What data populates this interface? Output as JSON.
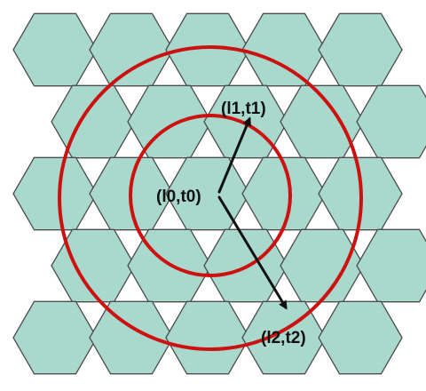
{
  "colors": {
    "cell_fill": "#a9d8cc",
    "cell_stroke": "#4d4d4d",
    "ring": "#cc1111",
    "arrow": "#111111",
    "label": "#111111"
  },
  "grid": {
    "rows": 5,
    "columns": 5,
    "cell_shape": "hexagon"
  },
  "rings": [
    {
      "name": "inner-ring"
    },
    {
      "name": "outer-ring"
    }
  ],
  "points": {
    "origin": {
      "label": "(l0,t0)"
    },
    "p1": {
      "label": "(l1,t1)"
    },
    "p2": {
      "label": "(l2,t2)"
    }
  },
  "arrows": [
    {
      "from": "origin",
      "to": "p1"
    },
    {
      "from": "origin",
      "to": "p2"
    }
  ]
}
